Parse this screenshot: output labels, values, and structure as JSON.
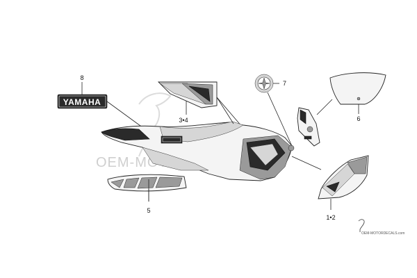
{
  "diagram": {
    "callouts": {
      "c8": "8",
      "c7": "7",
      "c34": "3•4",
      "c6": "6",
      "c5": "5",
      "c12": "1•2"
    },
    "emblem_text": "YAMAHA",
    "watermark_main": "OEM-MOTORDECALS.com",
    "watermark_footer": "OEM-MOTORDECALS.com"
  },
  "colors": {
    "ink": "#222222",
    "emblem_bg": "#2a2a2a",
    "watermark": "#cfcfcf"
  }
}
